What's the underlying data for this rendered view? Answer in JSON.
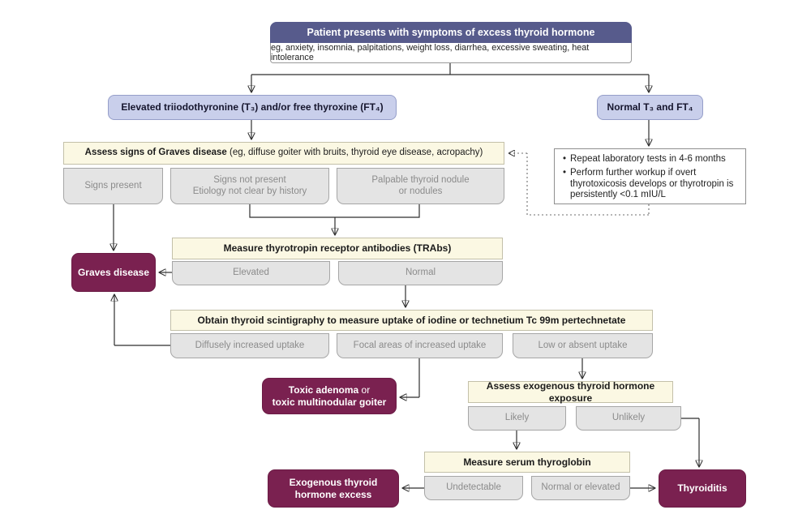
{
  "palette": {
    "header_bg": "#575b8c",
    "branch_bg": "#c9cfeb",
    "action_bg": "#fbf8e3",
    "option_bg": "#e4e4e4",
    "diagnosis_bg": "#7a2150",
    "line": "#2e2e2e"
  },
  "nodes": {
    "start_title": "Patient presents with symptoms of excess thyroid hormone",
    "start_subtitle": "eg, anxiety, insomnia, palpitations, weight loss, diarrhea, excessive sweating, heat intolerance",
    "elevated_branch": "Elevated triiodothyronine (T₃) and/or free thyroxine (FT₄)",
    "normal_branch": "Normal T₃ and FT₄",
    "assess_graves_bold": "Assess signs of Graves disease",
    "assess_graves_rest": " (eg, diffuse goiter with bruits, thyroid eye disease, acropachy)",
    "signs_present": "Signs present",
    "signs_not_present_line1": "Signs not present",
    "signs_not_present_line2": "Etiology not clear by history",
    "palpable_line1": "Palpable thyroid nodule",
    "palpable_line2": "or nodules",
    "followup_bullet1": "Repeat laboratory tests in 4-6 months",
    "followup_bullet2": "Perform further workup if overt thyrotoxicosis develops or thyrotropin is persistently <0.1 mIU/L",
    "measure_trabs": "Measure thyrotropin receptor antibodies (TRAbs)",
    "trabs_elevated": "Elevated",
    "trabs_normal": "Normal",
    "graves_disease": "Graves disease",
    "scintigraphy": "Obtain thyroid scintigraphy to measure uptake of iodine or technetium Tc 99m pertechnetate",
    "diffuse_uptake": "Diffusely increased uptake",
    "focal_uptake": "Focal areas of increased uptake",
    "low_uptake": "Low or absent uptake",
    "toxic_adenoma_bold": "Toxic adenoma",
    "toxic_adenoma_or": " or",
    "toxic_adenoma_line2": "toxic multinodular goiter",
    "assess_exogenous": "Assess exogenous thyroid hormone exposure",
    "likely": "Likely",
    "unlikely": "Unlikely",
    "measure_thyroglobin": "Measure serum thyroglobin",
    "undetectable": "Undetectable",
    "normal_or_elevated": "Normal or elevated",
    "exogenous_line1": "Exogenous thyroid",
    "exogenous_line2": "hormone excess",
    "thyroiditis": "Thyroiditis"
  }
}
